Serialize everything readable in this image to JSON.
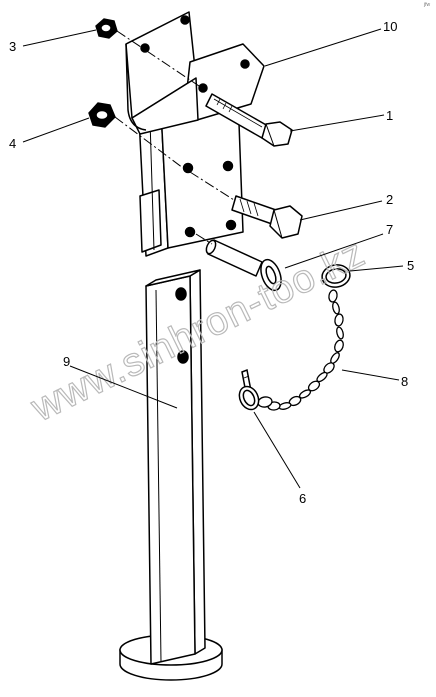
{
  "watermark": "www.sinhron-too.kz",
  "corner_mark": "jfw",
  "callouts": [
    {
      "id": "1",
      "text": "1"
    },
    {
      "id": "2",
      "text": "2"
    },
    {
      "id": "3",
      "text": "3"
    },
    {
      "id": "4",
      "text": "4"
    },
    {
      "id": "5",
      "text": "5"
    },
    {
      "id": "6",
      "text": "6"
    },
    {
      "id": "7",
      "text": "7"
    },
    {
      "id": "8",
      "text": "8"
    },
    {
      "id": "9",
      "text": "9"
    },
    {
      "id": "10",
      "text": "10"
    }
  ]
}
